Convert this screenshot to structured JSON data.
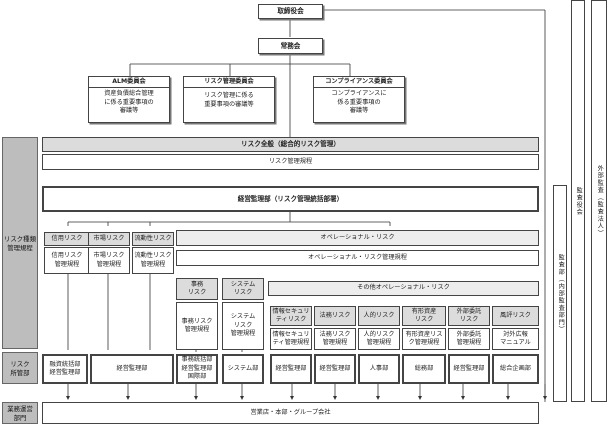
{
  "top": {
    "board": "取締役会",
    "executive": "常務会"
  },
  "committees": [
    {
      "title": "ALM委員会",
      "desc": "資産負債総合管理\nに係る重要事項の\n審議等"
    },
    {
      "title": "リスク管理委員会",
      "desc": "リスク管理に係る\n重要事項の審議等"
    },
    {
      "title": "コンプライアンス委員会",
      "desc": "コンプライアンスに\n係る重要事項の\n審議等"
    }
  ],
  "audit": {
    "internal": "監査部（内部監査部門）",
    "corporate": "監査役会",
    "external": "外部監査（監査法人）"
  },
  "side": {
    "rules": "リスク種類\n管理規程",
    "owner": "リスク\n所管部",
    "business": "業務運営\n部門"
  },
  "overall": {
    "title": "リスク全般（総合的リスク管理）",
    "rules": "リスク管理規程",
    "dept": "経営監理部（リスク管理統括部署）"
  },
  "columns": [
    {
      "name": "信用リスク",
      "rules": "信用リスク\n管理規程"
    },
    {
      "name": "市場リスク",
      "rules": "市場リスク\n管理規程"
    },
    {
      "name": "流動性リスク",
      "rules": "流動性リスク\n管理規程"
    }
  ],
  "operational": {
    "title": "オペレーショナル・リスク",
    "rules": "オペレーショナル・リスク管理規程",
    "other_title": "その他オペレーショナル・リスク",
    "items": [
      {
        "name": "事務\nリスク",
        "rules": "事務リスク\n管理規程"
      },
      {
        "name": "システム\nリスク",
        "rules": "システム\nリスク\n管理規程"
      }
    ],
    "others": [
      {
        "name": "情報セキュリ\nティリスク",
        "rules": "情報セキュリ\nティ管理規程"
      },
      {
        "name": "法務リスク",
        "rules": "法務リスク\n管理規程"
      },
      {
        "name": "人的リスク",
        "rules": "人的リスク\n管理規程"
      },
      {
        "name": "有形資産\nリスク",
        "rules": "有形資産リス\nク管理規程"
      },
      {
        "name": "外部委託\nリスク",
        "rules": "外部委託\n管理規程"
      },
      {
        "name": "風評リスク",
        "rules": "対外広報\nマニュアル"
      }
    ]
  },
  "owners": [
    "融資統括部\n経営監理部",
    "経営監理部",
    "事務統括部\n経営監理部\n国際部",
    "システム部",
    "経営監理部",
    "経営監理部",
    "人事部",
    "総務部",
    "経営監理部",
    "総合企画部"
  ],
  "business": "営業店・本部・グループ会社"
}
